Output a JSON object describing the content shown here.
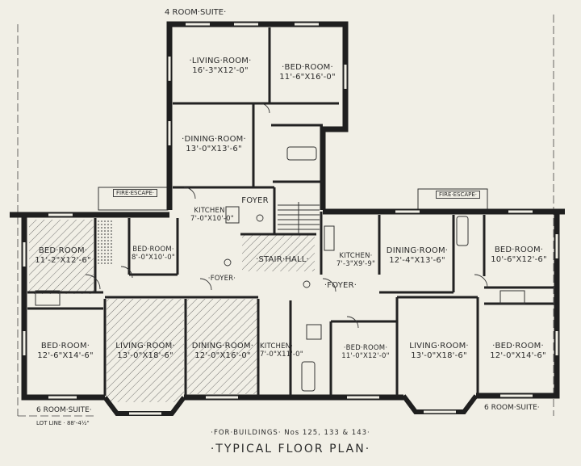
{
  "suite_labels": {
    "top": "4 ROOM·SUITE·",
    "bottom_left": "6 ROOM·SUITE·",
    "bottom_right": "6 ROOM·SUITE·"
  },
  "lot_line": "LOT LINE · 88'-4½\"",
  "subtitle": "·FOR·BUILDINGS· Nos 125, 133 & 143·",
  "title": "·TYPICAL FLOOR PLAN·",
  "fire_escape": "FIRE·ESCAPE·",
  "rooms": {
    "top_living": {
      "name": "·LIVING·ROOM·",
      "dim": "16'-3\"X12'-0\""
    },
    "top_bed": {
      "name": "·BED·ROOM·",
      "dim": "11'-6\"X16'-0\""
    },
    "top_dining": {
      "name": "·DINING·ROOM·",
      "dim": "13'-0\"X13'-6\""
    },
    "top_kitchen": {
      "name": "KITCHEN·",
      "dim": "7'-0\"X10'-0\""
    },
    "top_foyer": {
      "name": "FOYER",
      "dim": ""
    },
    "left_bed_a": {
      "name": "BED·ROOM·",
      "dim": "11'-2\"X12'-6\""
    },
    "left_bed_small": {
      "name": "BED·ROOM·",
      "dim": "8'-0\"X10'-0\""
    },
    "left_foyer": {
      "name": "·FOYER·",
      "dim": ""
    },
    "stair_hall": {
      "name": "·STAIR·HALL·",
      "dim": ""
    },
    "left_bed_b": {
      "name": "BED·ROOM·",
      "dim": "12'-6\"X14'-6\""
    },
    "left_living": {
      "name": "LIVING·ROOM·",
      "dim": "13'-0\"X18'-6\""
    },
    "left_dining": {
      "name": "DINING·ROOM·",
      "dim": "12'-0\"X16'-0\""
    },
    "left_kitchen": {
      "name": "KITCHEN·",
      "dim": "7'-0\"X11'-0\""
    },
    "right_kitchen": {
      "name": "KITCHEN·",
      "dim": "7'-3\"X9'-9\""
    },
    "right_dining": {
      "name": "DINING·ROOM·",
      "dim": "12'-4\"X13'-6\""
    },
    "right_bed_a": {
      "name": "BED·ROOM·",
      "dim": "10'-6\"X12'-6\""
    },
    "right_foyer": {
      "name": "·FOYER·",
      "dim": ""
    },
    "right_bed_small": {
      "name": "·BED·ROOM·",
      "dim": "11'-0\"X12'-0\""
    },
    "right_living": {
      "name": "LIVING·ROOM·",
      "dim": "13'-0\"X18'-6\""
    },
    "right_bed_b": {
      "name": "·BED·ROOM·",
      "dim": "12'-0\"X14'-6\""
    }
  },
  "colors": {
    "paper": "#f1efe6",
    "ink": "#1f1f1f"
  }
}
